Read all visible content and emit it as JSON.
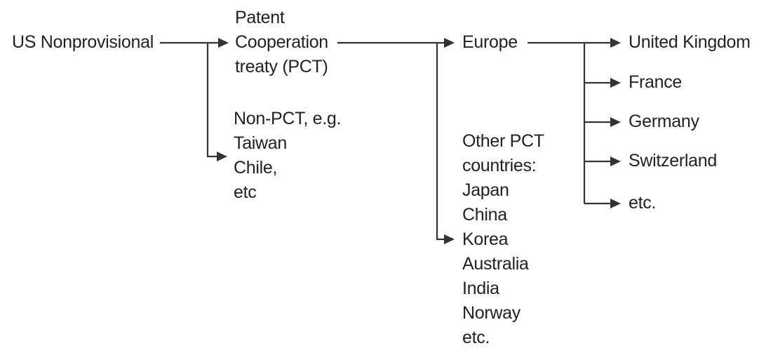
{
  "nodes": {
    "us_nonprovisional": {
      "lines": [
        "US Nonprovisional"
      ]
    },
    "pct": {
      "lines": [
        "Patent",
        "Cooperation",
        "treaty (PCT)"
      ]
    },
    "non_pct": {
      "lines": [
        "Non-PCT, e.g.",
        "Taiwan",
        "Chile,",
        "etc"
      ]
    },
    "europe": {
      "lines": [
        "Europe"
      ]
    },
    "other_pct": {
      "lines": [
        "Other PCT",
        "countries:",
        "Japan",
        "China",
        "Korea",
        "Australia",
        "India",
        "Norway",
        "etc."
      ]
    },
    "united_kingdom": {
      "lines": [
        "United Kingdom"
      ]
    },
    "france": {
      "lines": [
        "France"
      ]
    },
    "germany": {
      "lines": [
        "Germany"
      ]
    },
    "switzerland": {
      "lines": [
        "Switzerland"
      ]
    },
    "etc": {
      "lines": [
        "etc."
      ]
    }
  },
  "style": {
    "line_color": "#333333",
    "text_color": "#222222",
    "background": "#ffffff"
  }
}
